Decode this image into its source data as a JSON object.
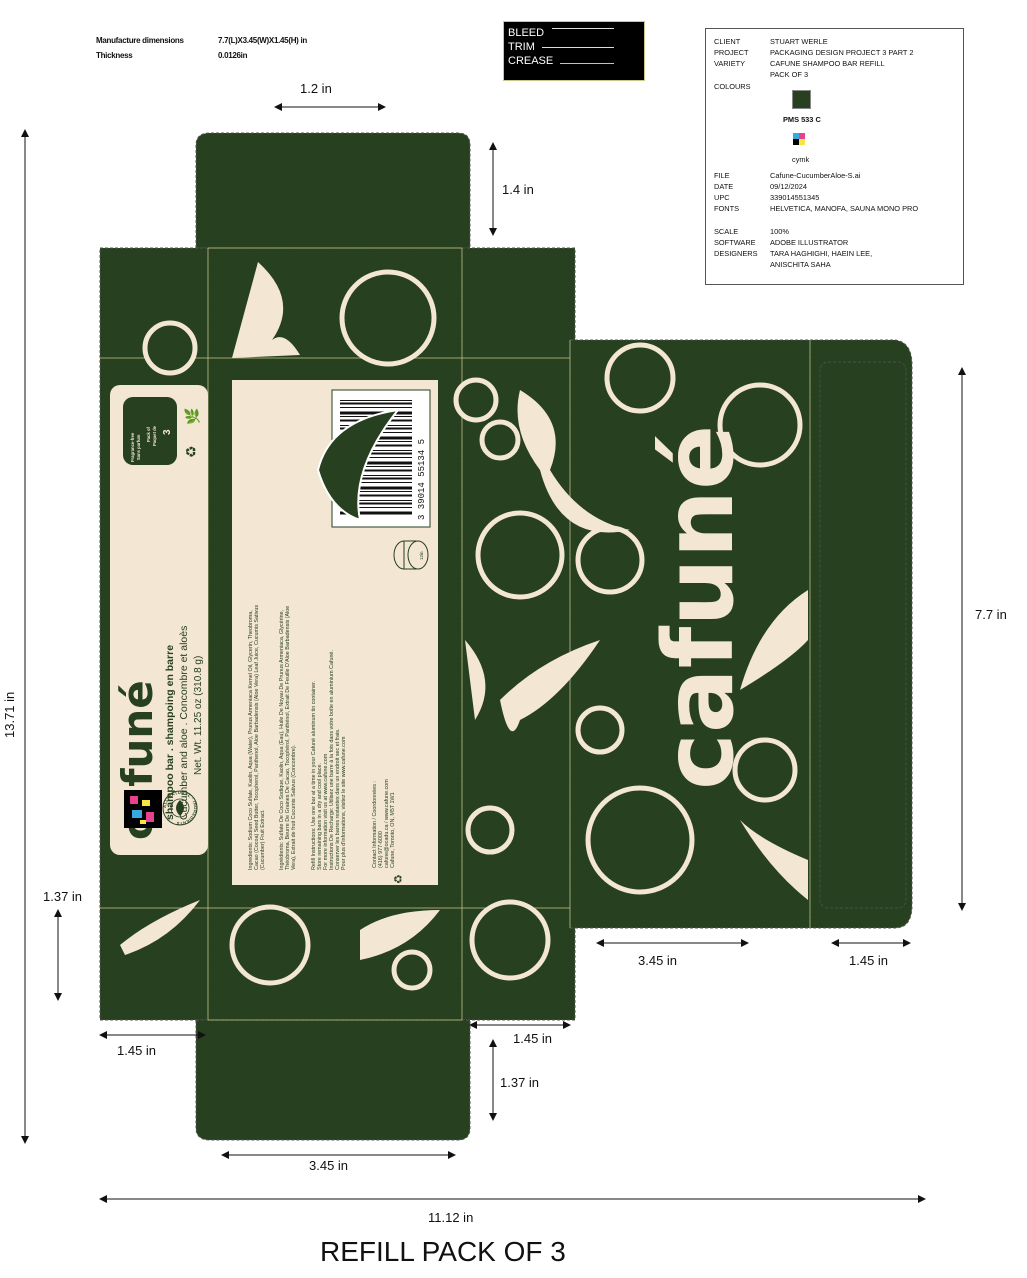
{
  "specs": {
    "manufacture_label": "Manufacture dimensions",
    "manufacture_value": "7.7(L)X3.45(W)X1.45(H) in",
    "thickness_label": "Thickness",
    "thickness_value": "0.0126in"
  },
  "legend": {
    "bleed": "BLEED",
    "trim": "TRIM",
    "crease": "CREASE"
  },
  "info": {
    "client_label": "CLIENT",
    "client": "STUART WERLE",
    "project_label": "PROJECT",
    "project": "PACKAGING DESIGN PROJECT 3 PART 2",
    "variety_label": "VARIETY",
    "variety_1": "CAFUNE SHAMPOO BAR REFILL",
    "variety_2": "PACK OF 3",
    "colours_label": "COLOURS",
    "swatch_1": "PMS 533 C",
    "swatch_1_color": "#27401f",
    "swatch_2": "cymk",
    "file_label": "FILE",
    "file": "Cafune-CucumberAloe-S.ai",
    "date_label": "DATE",
    "date": "09/12/2024",
    "upc_label": "UPC",
    "upc": "339014551345",
    "fonts_label": "FONTS",
    "fonts": "HELVETICA, MANOFA, SAUNA MONO PRO",
    "scale_label": "SCALE",
    "scale": "100%",
    "software_label": "SOFTWARE",
    "software": "ADOBE ILLUSTRATOR",
    "designers_label": "DESIGNERS",
    "designers_1": "TARA HAGHIGHI, HAEIN LEE,",
    "designers_2": "ANISCHITA SAHA"
  },
  "dimensions": {
    "top_flap_width": "1.2 in",
    "top_flap_height": "1.4 in",
    "total_height": "13.71 in",
    "front_height": "7.7 in",
    "side_left_height": "1.37 in",
    "side_left_width": "1.45 in",
    "bottom_flap_width_small": "1.45 in",
    "bottom_flap_height": "1.37 in",
    "bottom_width": "3.45 in",
    "front_width": "3.45 in",
    "end_flap_width": "1.45 in",
    "total_width": "11.12 in"
  },
  "title": "REFILL PACK OF 3",
  "package": {
    "colors": {
      "green": "#27401f",
      "cream": "#f3e6d3"
    },
    "brand": "cafuné",
    "badge_1": "Fragrance-free",
    "badge_2": "Sans parfum",
    "badge_3": "Pack of",
    "badge_4": "Paquet de",
    "badge_count": "3",
    "product_line": "shampoo bar . shampoing en barre",
    "variant_line": "Cucumber and aloe . Concombre et aloès",
    "net_weight": "Net. Wt. 11.25 oz (310.8 g)",
    "seal_text": "ALL NATURAL · INGREDIENTS",
    "barcode_digits": "3  39014  55134  5",
    "tin_label": "12in",
    "back_lines": [
      "Ingredients: Sodium Coco Sulfate, Kaolin, Aqua (Water), Prunus Armeniaca Kernel Oil, Glycerin, Theobroma,",
      "Cacao (Cocoa) Seed Butter, Tocopherol, Panthenol, Aloe Barbadensis (Aloe Vera) Leaf Juice, Cucumis Sativus",
      "(Cucumber) Fruit Extract.",
      "Ingrédients: Sulfate De Coco Sodique, Kaolin, Aqua (Eau), Huile De Noyau De Prunus Armeniaca, Glycérine,",
      "Théobroma, Beurre De Graines De Cacao, Tocophérol, Panthénol, Extrait De Feuille D'Aloe Barbadensis (Aloe",
      "Vera), Extrait de fruit Cucumis Sativus (Concombre).",
      "Refill Instructions: Use one bar at a time in your Cafuné aluminum tin container.",
      "Store remaining bars in a dry and cool place.",
      "For more information visit us at www.cafune.com",
      "Instructions De Recharge: Utilisez une barre à la fois dans votre boîte en aluminium Cafuné.",
      "Conserver les barres restantes dans un endroit sec et frais.",
      "Pour plus d'informations, visitez le site www.cafune.com",
      "Contact Information / Coordonnées :",
      "(416) 977-6000",
      "cafune@ocadu.ca / www.cafune.com",
      "Cafune, Toronto, ON, M5T 1W1"
    ]
  }
}
